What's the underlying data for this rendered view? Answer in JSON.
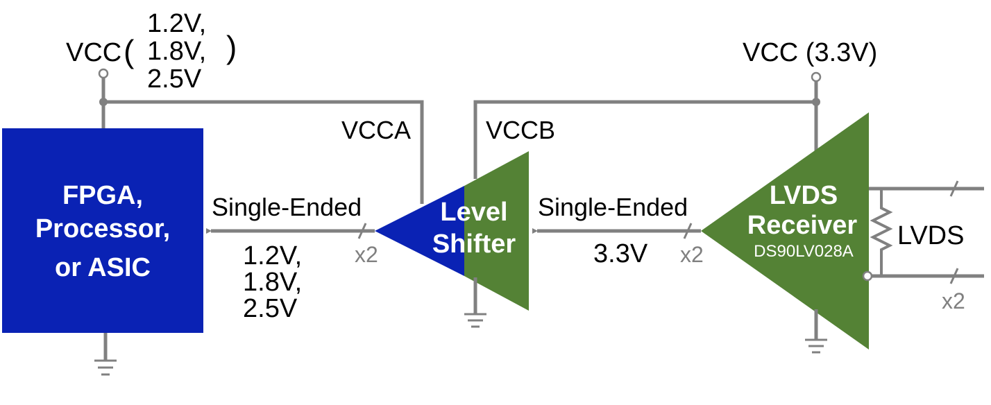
{
  "colors": {
    "fpga_blue": "#0A22B4",
    "green": "#548235",
    "wire_gray": "#808080"
  },
  "fpga": {
    "lines": [
      "FPGA,",
      "Processor,",
      "or ASIC"
    ]
  },
  "vcc_left": {
    "label": "VCC",
    "values": [
      "1.2V,",
      "1.8V,",
      "2.5V"
    ]
  },
  "vcc_right": {
    "label": "VCC (3.3V)"
  },
  "level_shifter": {
    "line1": "Level",
    "line2": "Shifter",
    "vcca": "VCCA",
    "vccb": "VCCB"
  },
  "lvds_receiver": {
    "line1": "LVDS",
    "line2": "Receiver",
    "part": "DS90LV028A"
  },
  "left_bus": {
    "label": "Single-Ended",
    "voltages": [
      "1.2V,",
      "1.8V,",
      "2.5V"
    ],
    "count": "x2"
  },
  "right_bus": {
    "label": "Single-Ended",
    "voltage": "3.3V",
    "count": "x2"
  },
  "lvds_bus": {
    "label": "LVDS",
    "count": "x2"
  }
}
